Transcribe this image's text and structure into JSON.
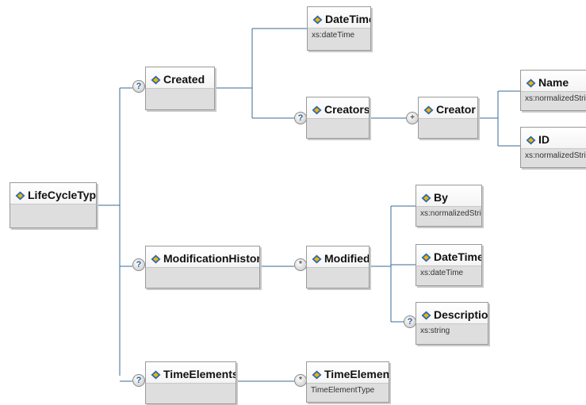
{
  "nodes": {
    "root": {
      "label": "LifeCycleType"
    },
    "created": {
      "label": "Created",
      "badge": "?"
    },
    "created_datetime": {
      "label": "DateTime",
      "type": "xs:dateTime"
    },
    "creators": {
      "label": "Creators",
      "badge": "?"
    },
    "creator": {
      "label": "Creator",
      "badge": "+"
    },
    "creator_name": {
      "label": "Name",
      "type": "xs:normalizedString"
    },
    "creator_id": {
      "label": "ID",
      "type": "xs:normalizedString"
    },
    "modification_history": {
      "label": "ModificationHistory",
      "badge": "?"
    },
    "modified": {
      "label": "Modified",
      "badge": "*"
    },
    "modified_by": {
      "label": "By",
      "type": "xs:normalizedString"
    },
    "modified_datetime": {
      "label": "DateTime",
      "type": "xs:dateTime"
    },
    "modified_description": {
      "label": "Description",
      "type": "xs:string",
      "badge": "?"
    },
    "time_elements": {
      "label": "TimeElements",
      "badge": "?"
    },
    "time_element": {
      "label": "TimeElement",
      "type": "TimeElementType",
      "badge": "*"
    }
  },
  "colors": {
    "connector": "#3a6b96",
    "icon_blue": "#2d68b0",
    "icon_yellow": "#f0b400"
  }
}
